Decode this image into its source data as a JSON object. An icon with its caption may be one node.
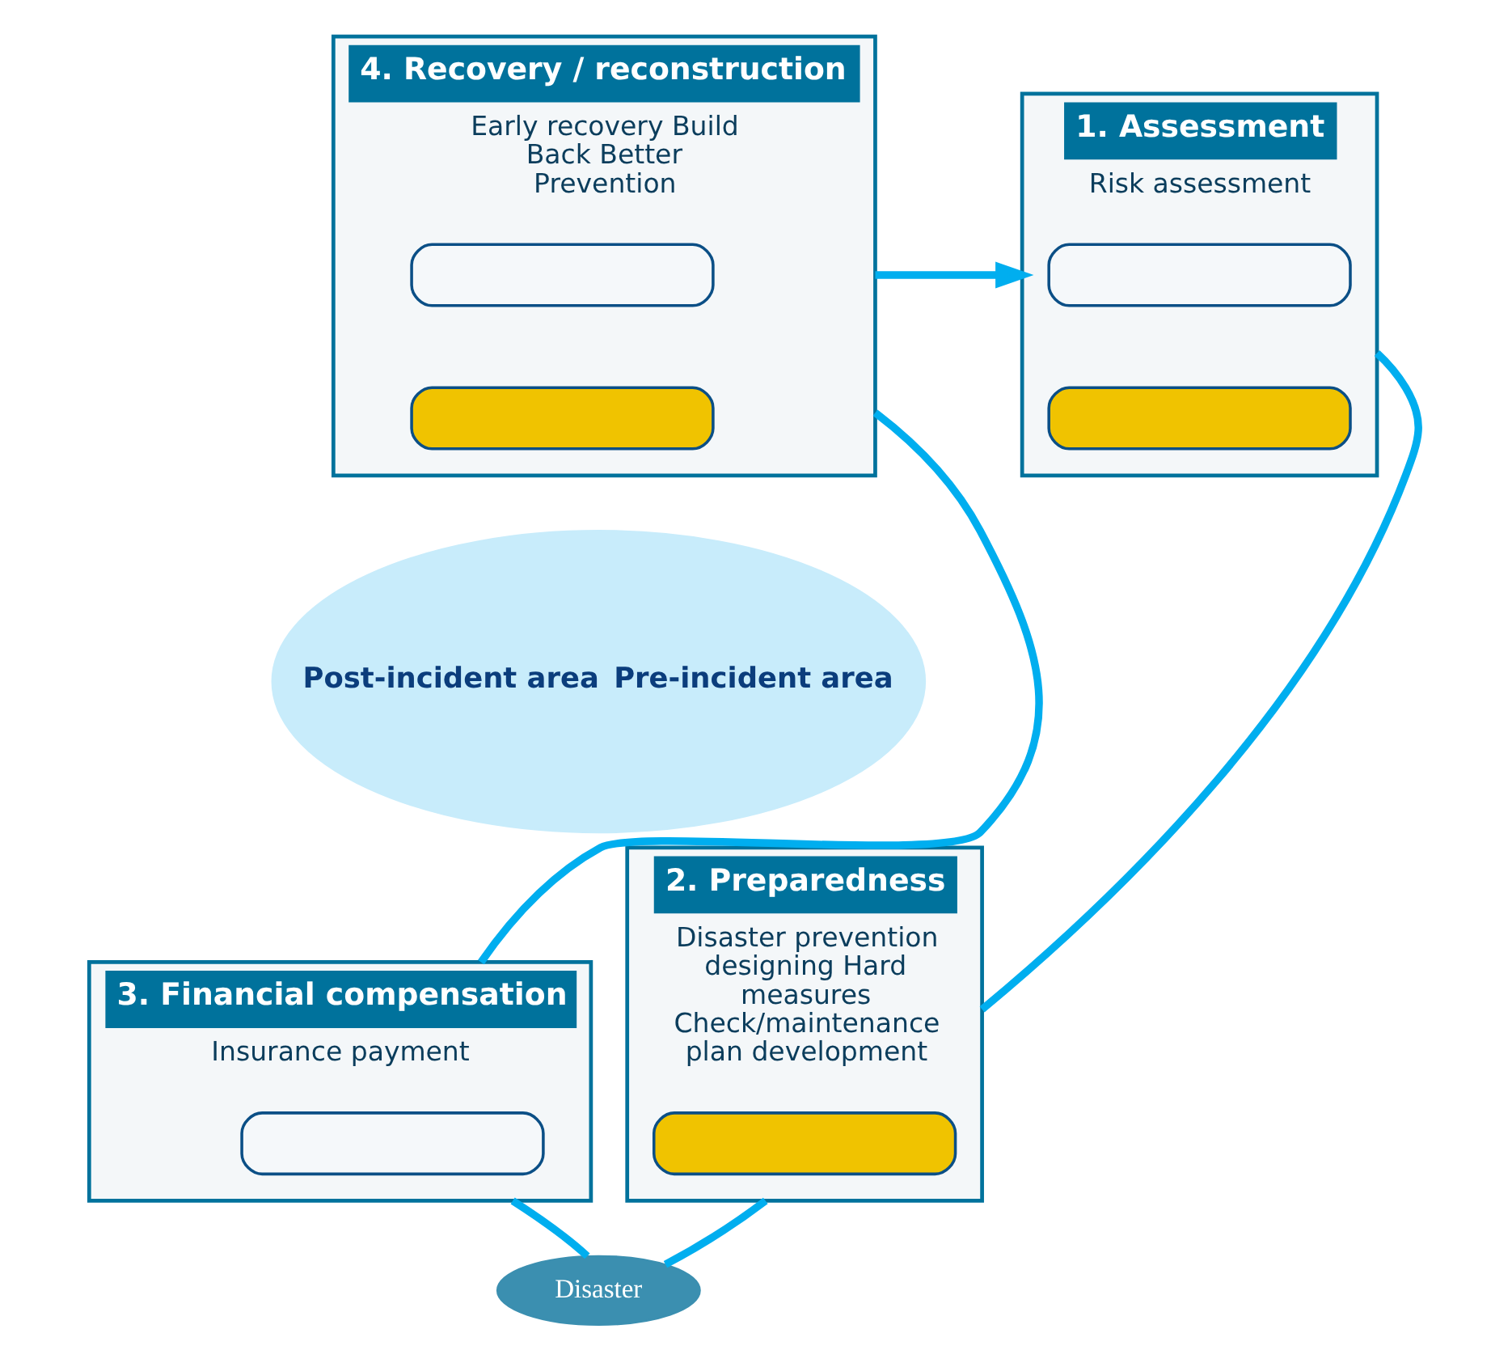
{
  "diagram": {
    "nodes": [
      {
        "text": [
          "4. Recovery / reconstruction",
          "Early recovery Build Back Better Prevention"
        ]
      },
      {
        "text": [],
        "shape": "box",
        "in": 0
      },
      {
        "text": [],
        "shape": "box",
        "in": 0
      },
      {
        "text": [
          "1. Assessment",
          "Risk assessment"
        ]
      },
      {
        "text": [],
        "shape": "box",
        "in": 3
      },
      {
        "text": [],
        "shape": "box",
        "in": 3
      },
      {
        "text": [
          "Post-incident area",
          "Pre-incident area"
        ]
      },
      {
        "text": [
          "3. Financial compensation",
          "Insurance payment"
        ]
      },
      {
        "text": [],
        "shape": "box",
        "in": 7
      },
      {
        "text": [
          "2. Preparedness",
          "Disaster prevention designing Hard measures Check/maintenance plan development"
        ]
      },
      {
        "text": [],
        "shape": "box",
        "in": 9
      },
      {
        "text": [
          "Disaster"
        ]
      }
    ],
    "edges": [
      {
        "from": 0,
        "to": 3,
        "arrow": "to"
      },
      {
        "from": 3,
        "to": 9,
        "arrow": "none"
      },
      {
        "from": 9,
        "to": 11,
        "arrow": "none"
      },
      {
        "from": 11,
        "to": 7,
        "arrow": "none"
      },
      {
        "from": 7,
        "to": 0,
        "arrow": "none"
      }
    ]
  }
}
